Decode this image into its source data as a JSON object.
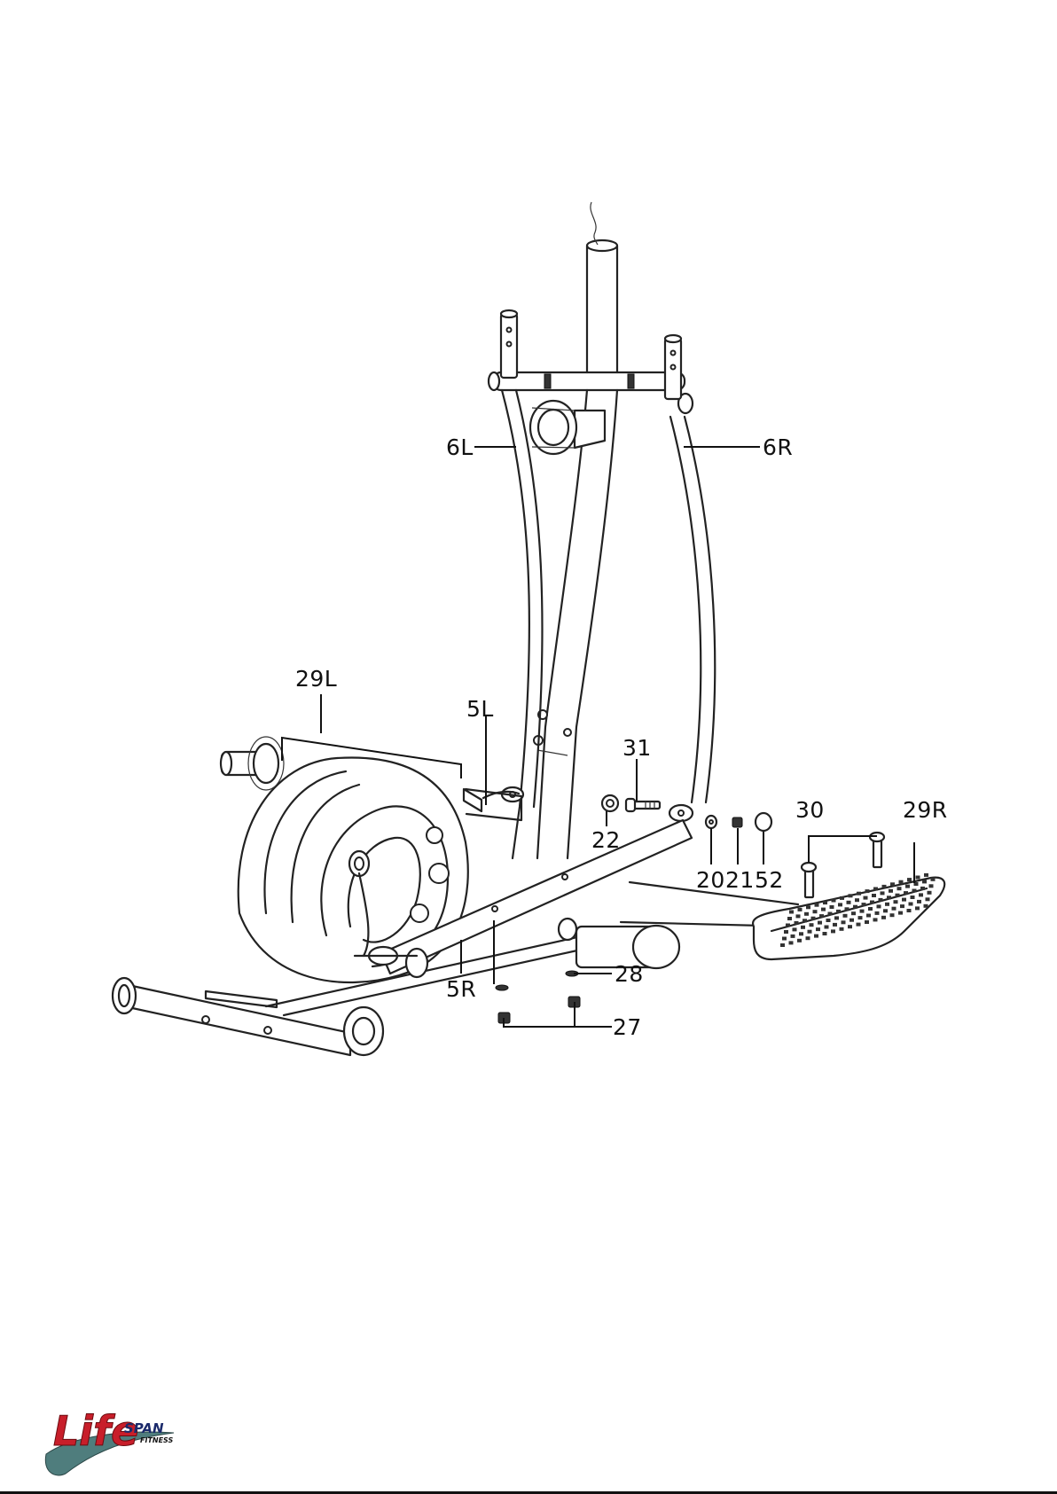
{
  "callouts": {
    "c6L": "6L",
    "c6R": "6R",
    "c29L": "29L",
    "c5L": "5L",
    "c31": "31",
    "c22": "22",
    "c30": "30",
    "c29R": "29R",
    "c20": "20",
    "c21": "21",
    "c52": "52",
    "c28": "28",
    "c5R": "5R",
    "c27": "27"
  },
  "logo": {
    "main": "Life",
    "span": "SPAN",
    "sub": "FITNESS"
  },
  "colors": {
    "logo_red": "#c81e2a",
    "logo_navy": "#1b2a6b",
    "logo_swoosh": "#4f7d7d"
  }
}
